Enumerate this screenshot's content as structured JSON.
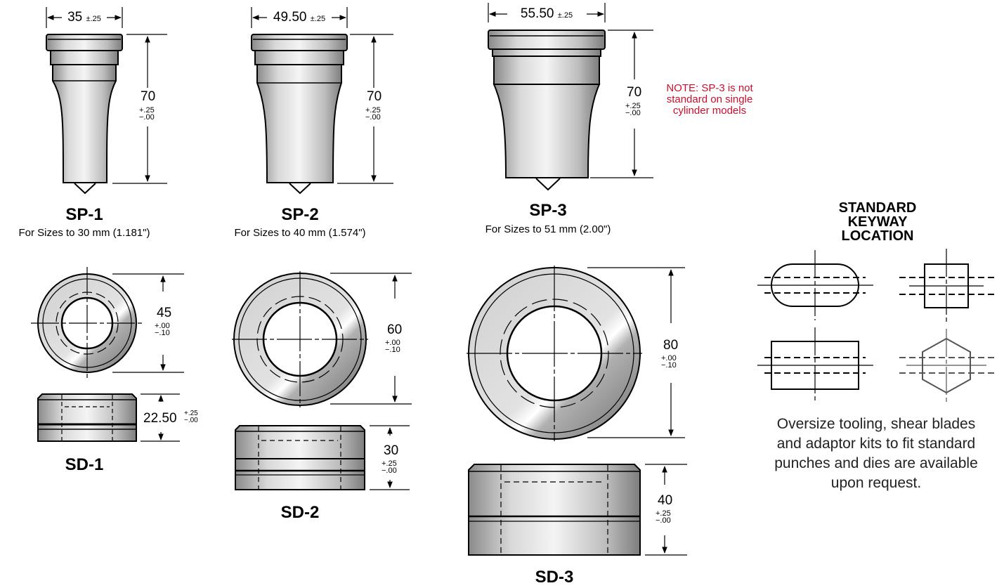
{
  "punches": [
    {
      "name": "SP-1",
      "subtitle": "For Sizes to 30 mm (1.181\")",
      "width": "35",
      "width_tol": "±.25",
      "height": "70",
      "height_tol_plus": "+.25",
      "height_tol_minus": "−.00"
    },
    {
      "name": "SP-2",
      "subtitle": "For Sizes to 40 mm (1.574\")",
      "width": "49.50",
      "width_tol": "±.25",
      "height": "70",
      "height_tol_plus": "+.25",
      "height_tol_minus": "−.00"
    },
    {
      "name": "SP-3",
      "subtitle": "For Sizes to 51 mm (2.00\")",
      "width": "55.50",
      "width_tol": "±.25",
      "height": "70",
      "height_tol_plus": "+.25",
      "height_tol_minus": "−.00"
    }
  ],
  "dies": [
    {
      "name": "SD-1",
      "diameter": "45",
      "diameter_tol_plus": "+.00",
      "diameter_tol_minus": "−.10",
      "height": "22.50",
      "height_tol_plus": "+.25",
      "height_tol_minus": "−.00"
    },
    {
      "name": "SD-2",
      "diameter": "60",
      "diameter_tol_plus": "+.00",
      "diameter_tol_minus": "−.10",
      "height": "30",
      "height_tol_plus": "+.25",
      "height_tol_minus": "−.00"
    },
    {
      "name": "SD-3",
      "diameter": "80",
      "diameter_tol_plus": "+.00",
      "diameter_tol_minus": "−.10",
      "height": "40",
      "height_tol_plus": "+.25",
      "height_tol_minus": "−.00"
    }
  ],
  "note": {
    "line1": "NOTE: SP-3 is not",
    "line2": "standard on single",
    "line3": "cylinder models",
    "color": "#c8102e"
  },
  "keyway": {
    "title_line1": "STANDARD",
    "title_line2": "KEYWAY LOCATION",
    "shapes": [
      "oblong",
      "square",
      "rectangle",
      "hexagon"
    ]
  },
  "info": {
    "line1": "Oversize tooling, shear blades",
    "line2": "and adaptor kits to fit standard",
    "line3": "punches and dies are available",
    "line4": "upon request."
  }
}
